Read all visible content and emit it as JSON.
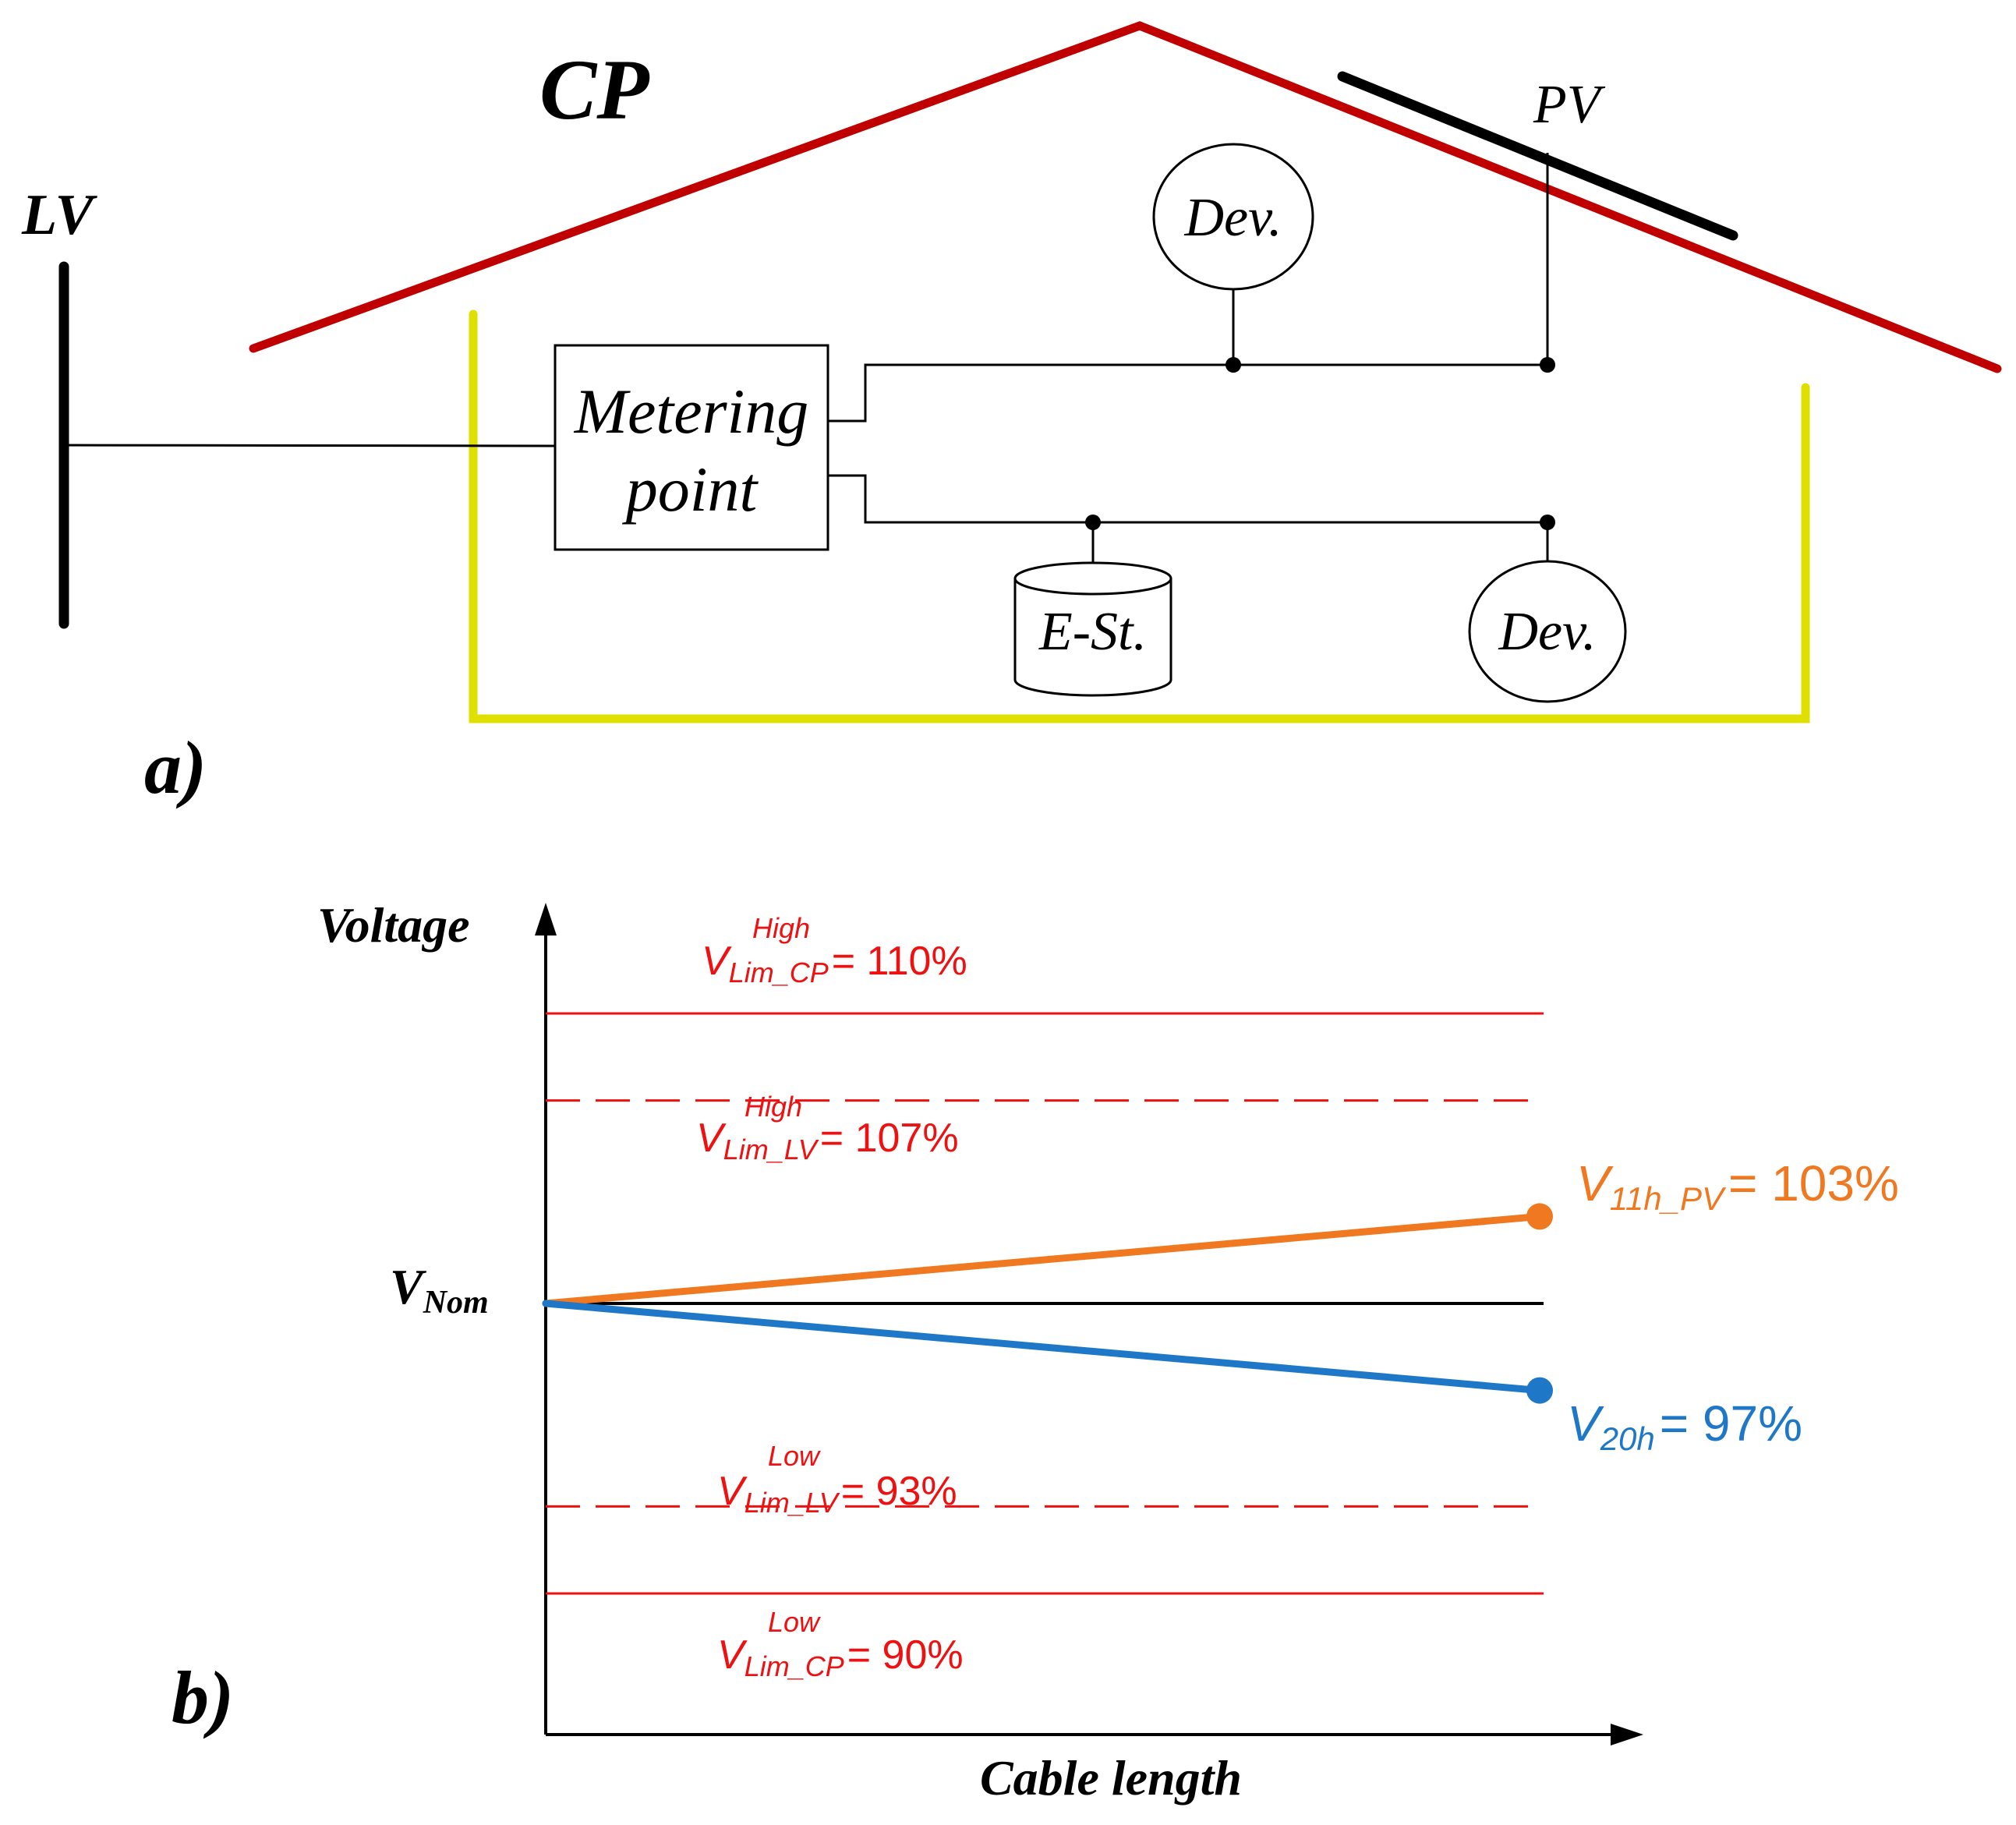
{
  "diagram_a": {
    "panel_label": "a)",
    "lv_label": "LV",
    "cp_label": "CP",
    "pv_label": "PV",
    "metering_line1": "Metering",
    "metering_line2": "point",
    "device_label": "Dev.",
    "storage_label": "E-St.",
    "colors": {
      "roof": "#c00000",
      "boundary": "#e0e000",
      "wire": "#000000"
    }
  },
  "diagram_b": {
    "panel_label": "b)",
    "y_axis_label": "Voltage",
    "x_axis_label": "Cable length",
    "vnom": {
      "main": "V",
      "sub": "Nom"
    },
    "limits": {
      "high_cp": {
        "v": "V",
        "sup": "High",
        "sub": "Lim_CP",
        "value": "= 110%",
        "percent": 110
      },
      "high_lv": {
        "v": "V",
        "sup": "High",
        "sub": "Lim_LV",
        "value": "= 107%",
        "percent": 107
      },
      "low_lv": {
        "v": "V",
        "sup": "Low",
        "sub": "Lim_LV",
        "value": "= 93%",
        "percent": 93
      },
      "low_cp": {
        "v": "V",
        "sup": "Low",
        "sub": "Lim_CP",
        "value": "= 90%",
        "percent": 90
      }
    },
    "profiles": {
      "pv_11h": {
        "v": "V",
        "sub": "11h_PV",
        "value": "= 103%",
        "end_percent": 103,
        "color": "#f07820"
      },
      "evening_20h": {
        "v": "V",
        "sub": "20h",
        "value": "= 97%",
        "end_percent": 97,
        "color": "#1f77c8"
      }
    },
    "colors": {
      "limit": "#ee1111",
      "nominal": "#000000"
    }
  }
}
